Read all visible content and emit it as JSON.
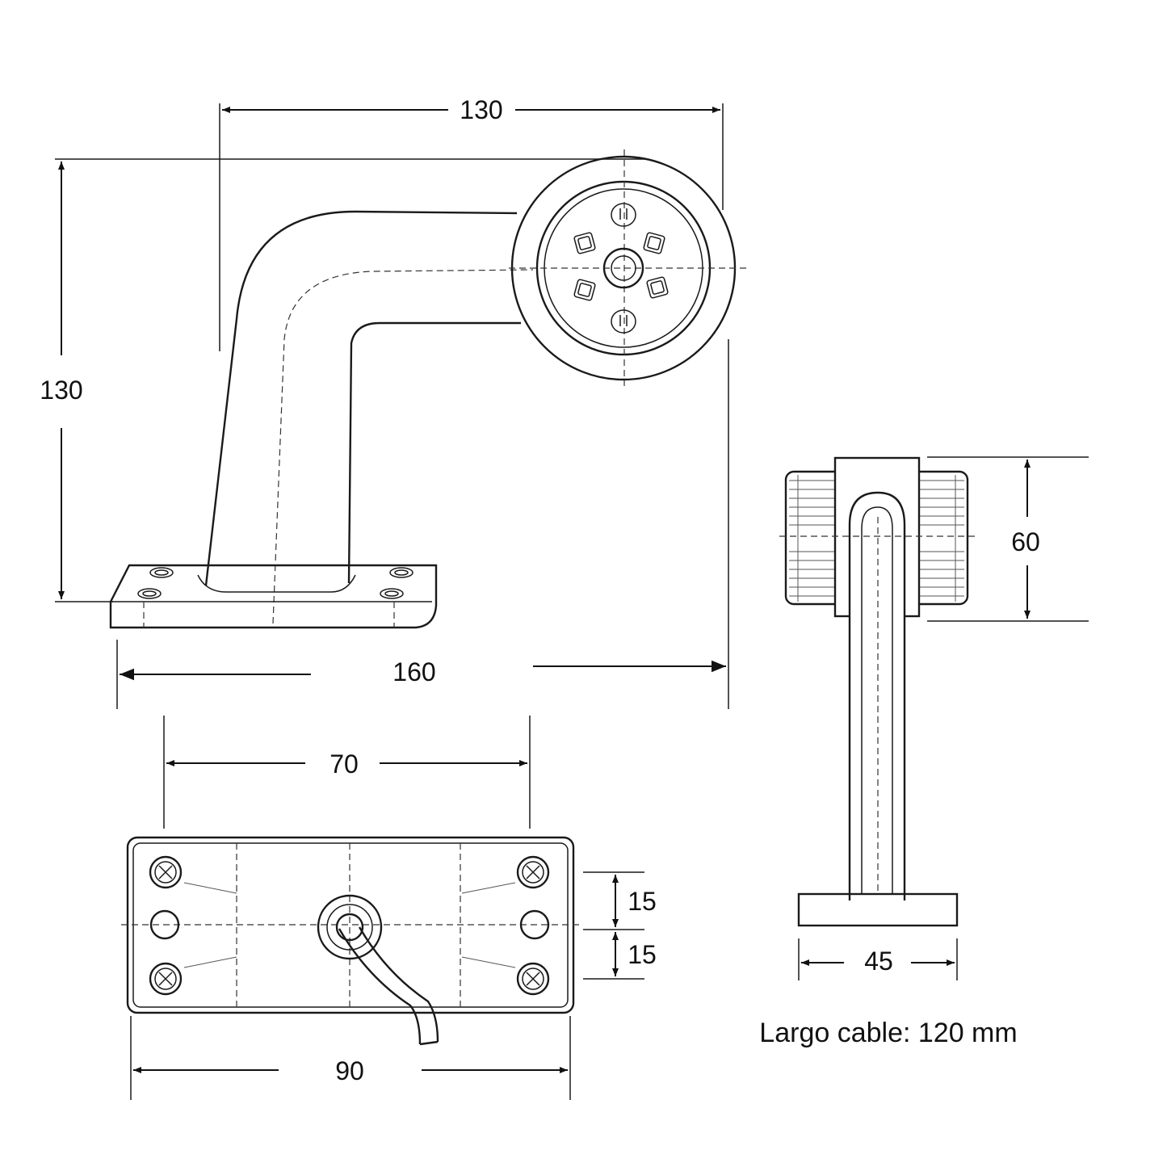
{
  "dimensions": {
    "top_width": "130",
    "left_height": "130",
    "base_length": "160",
    "hole_spacing": "70",
    "plate_length": "90",
    "side_height": "60",
    "side_width": "45",
    "offset_upper": "15",
    "offset_lower": "15"
  },
  "note": "Largo cable: 120 mm"
}
